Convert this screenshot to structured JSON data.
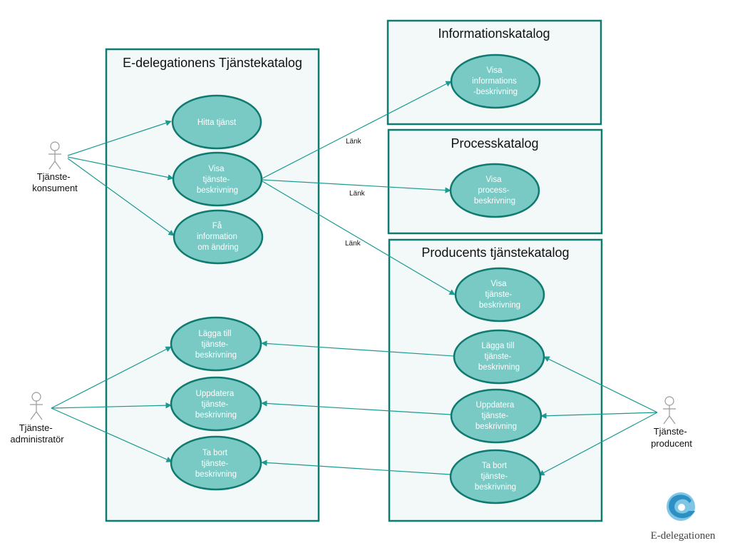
{
  "systems": {
    "tjanstekatalog": {
      "title": "E-delegationens Tjänstekatalog"
    },
    "informationskatalog": {
      "title": "Informationskatalog"
    },
    "processkatalog": {
      "title": "Processkatalog"
    },
    "producents": {
      "title": "Producents tjänstekatalog"
    }
  },
  "usecases": {
    "hitta_tjanst": [
      "Hitta tjänst"
    ],
    "visa_tjanstebeskrivning": [
      "Visa",
      "tjänste-",
      "beskrivning"
    ],
    "fa_information": [
      "Få",
      "information",
      "om ändring"
    ],
    "lagga_till": [
      "Lägga till",
      "tjänste-",
      "beskrivning"
    ],
    "uppdatera": [
      "Uppdatera",
      "tjänste-",
      "beskrivning"
    ],
    "ta_bort": [
      "Ta bort",
      "tjänste-",
      "beskrivning"
    ],
    "visa_informationsbeskrivning": [
      "Visa",
      "informations",
      "-beskrivning"
    ],
    "visa_processbeskrivning": [
      "Visa",
      "process-",
      "beskrivning"
    ],
    "prod_visa": [
      "Visa",
      "tjänste-",
      "beskrivning"
    ],
    "prod_lagga_till": [
      "Lägga till",
      "tjänste-",
      "beskrivning"
    ],
    "prod_uppdatera": [
      "Uppdatera",
      "tjänste-",
      "beskrivning"
    ],
    "prod_ta_bort": [
      "Ta bort",
      "tjänste-",
      "beskrivning"
    ]
  },
  "actors": {
    "konsument": [
      "Tjänste-",
      "konsument"
    ],
    "administrator": [
      "Tjänste-",
      "administratör"
    ],
    "producent": [
      "Tjänste-",
      "producent"
    ]
  },
  "link_labels": {
    "info": "Länk",
    "process": "Länk",
    "producent": "Länk"
  },
  "logo": {
    "text": "E-delegationen"
  },
  "colors": {
    "box_border": "#0f7a70",
    "box_fill": "#f3f9f9",
    "usecase_fill": "#79c9c4",
    "edge": "#1a9a90",
    "logo_light": "#7fc6e6",
    "logo_dark": "#2e8fc4"
  }
}
